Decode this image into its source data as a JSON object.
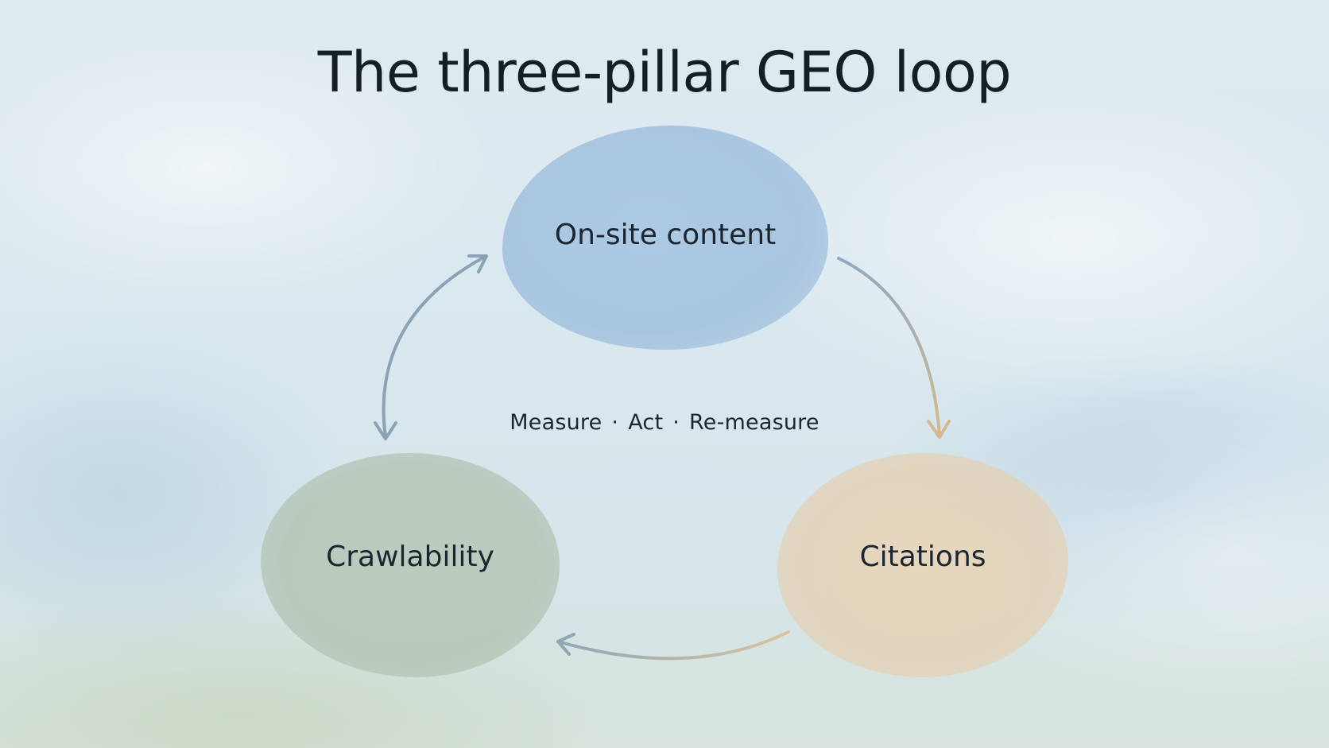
{
  "title": "The three-pillar GEO loop",
  "nodes": {
    "content": {
      "label": "On-site content",
      "color": "#a9c6e2"
    },
    "crawl": {
      "label": "Crawlability",
      "color": "#b8c8b8"
    },
    "citations": {
      "label": "Citations",
      "color": "#e8d5b8"
    }
  },
  "center": {
    "step1": "Measure",
    "step2": "Act",
    "step3": "Re-measure",
    "separator": "·"
  },
  "edges": [
    {
      "from": "On-site content",
      "to": "Citations",
      "color_start": "#8fa8c0",
      "color_end": "#d7b98f"
    },
    {
      "from": "Citations",
      "to": "Crawlability",
      "color_start": "#d9c2a0",
      "color_end": "#8fa8b6"
    },
    {
      "from": "Crawlability",
      "to": "On-site content",
      "color": "#8aa3b6",
      "bidirectional": true
    }
  ]
}
